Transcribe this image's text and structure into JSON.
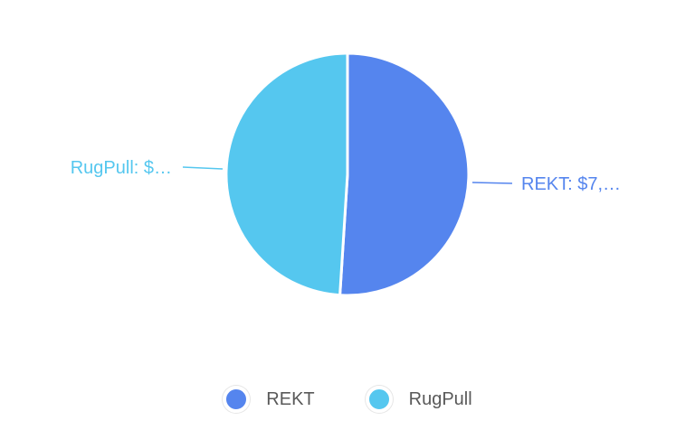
{
  "chart_data": {
    "type": "pie",
    "series": [
      {
        "name": "REKT",
        "label": "REKT: $7,…",
        "share": 0.51,
        "color": "#5585ee"
      },
      {
        "name": "RugPull",
        "label": "RugPull: $…",
        "share": 0.49,
        "color": "#55c7ef"
      }
    ],
    "legend_position": "bottom",
    "slice_border_color": "#ffffff"
  }
}
